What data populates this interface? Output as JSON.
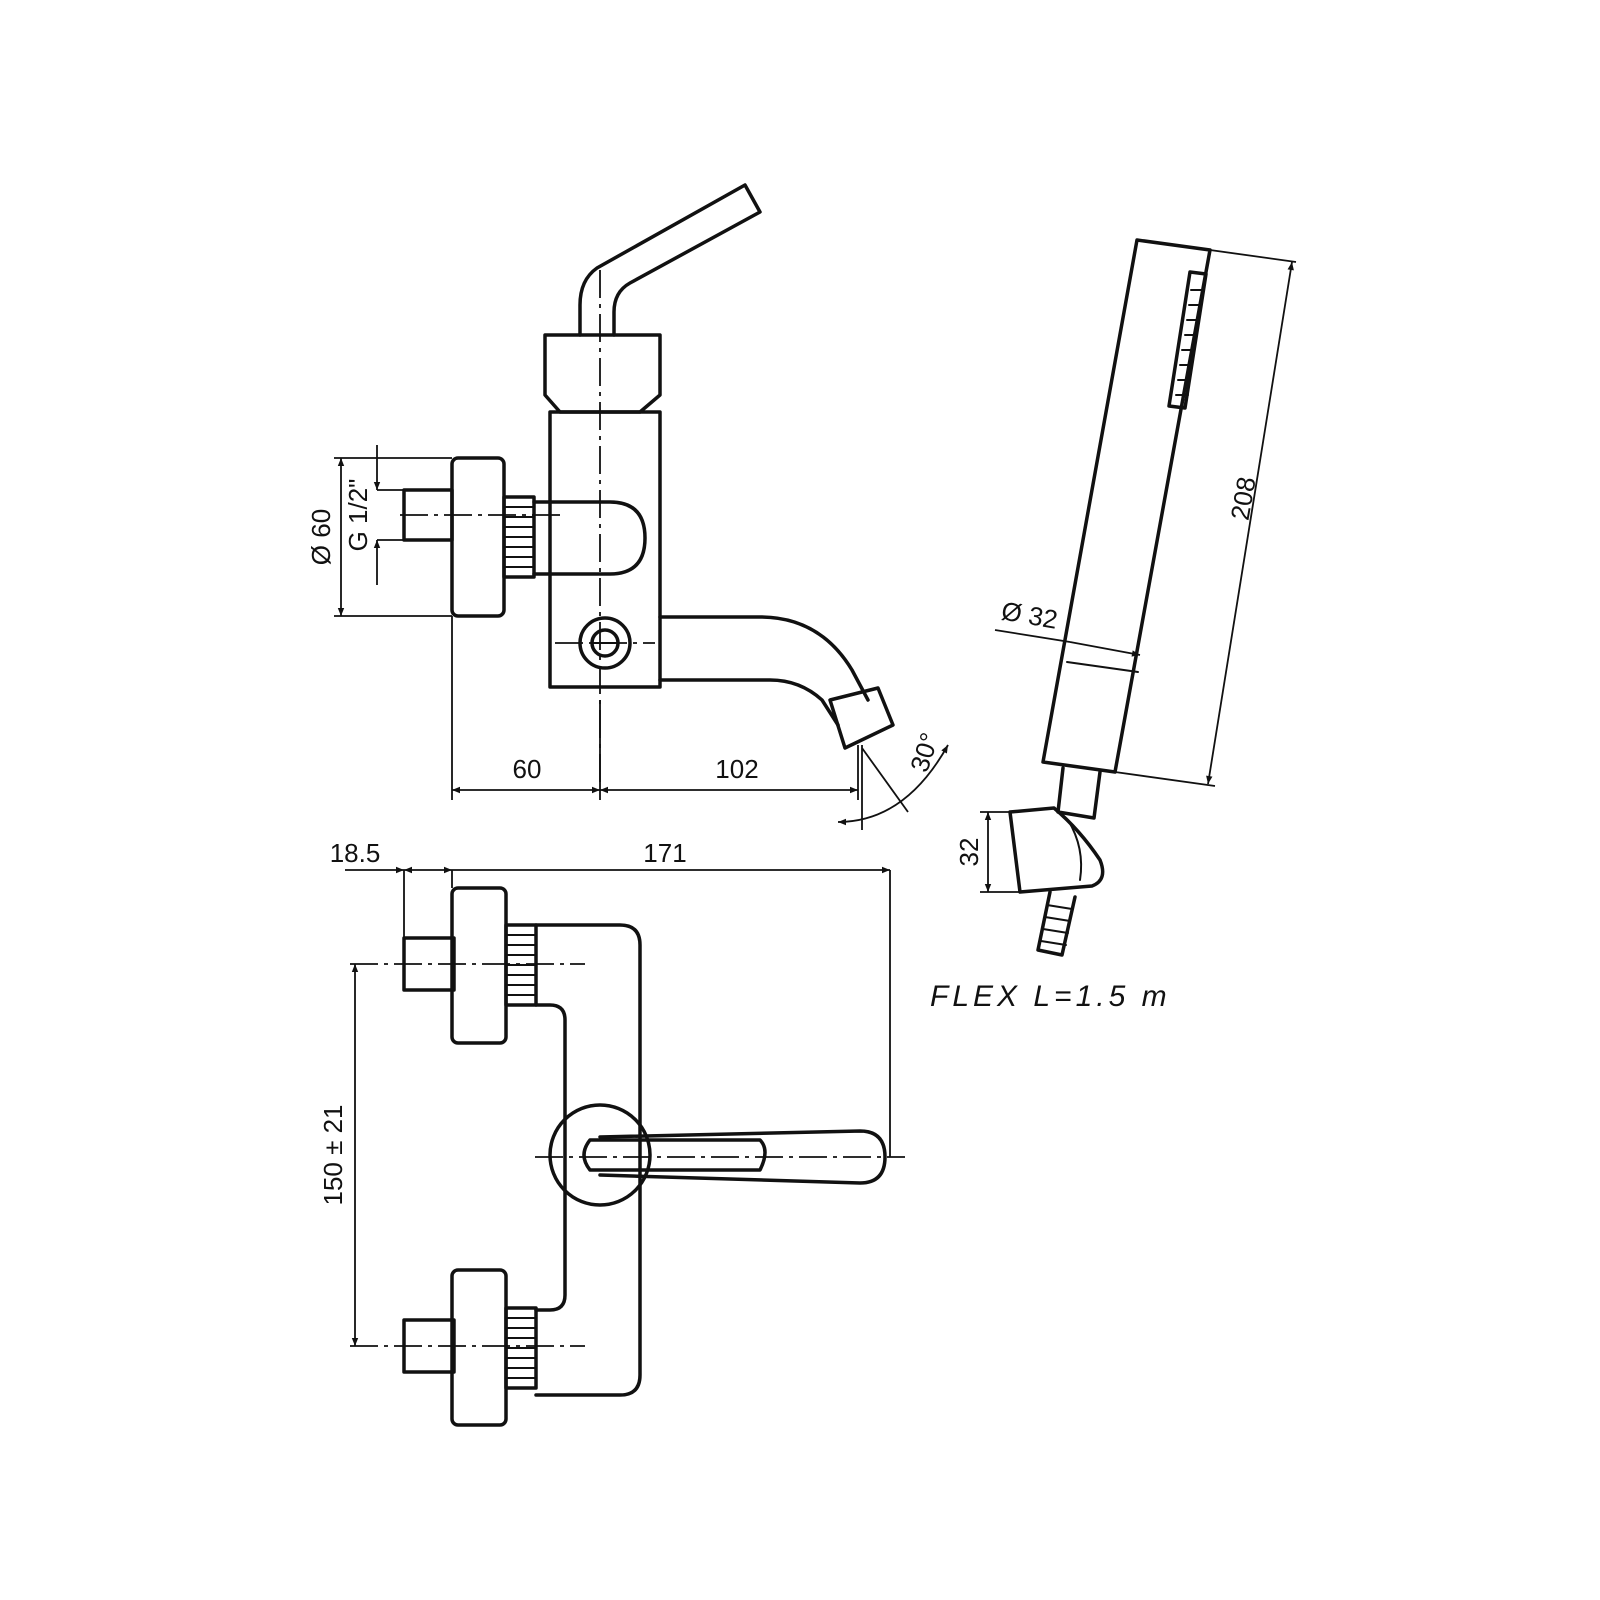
{
  "dimensions": {
    "flange_diameter": "Ø 60",
    "inlet_thread": "G 1/2\"",
    "offset_left": "60",
    "offset_spout": "102",
    "spout_angle": "30°",
    "handshower_length": "208",
    "handshower_diameter": "Ø 32",
    "holder_height": "32",
    "eccentric_length": "18.5",
    "total_projection": "171",
    "inlet_spacing": "150 ± 21"
  },
  "note": "FLEX L=1.5 m"
}
